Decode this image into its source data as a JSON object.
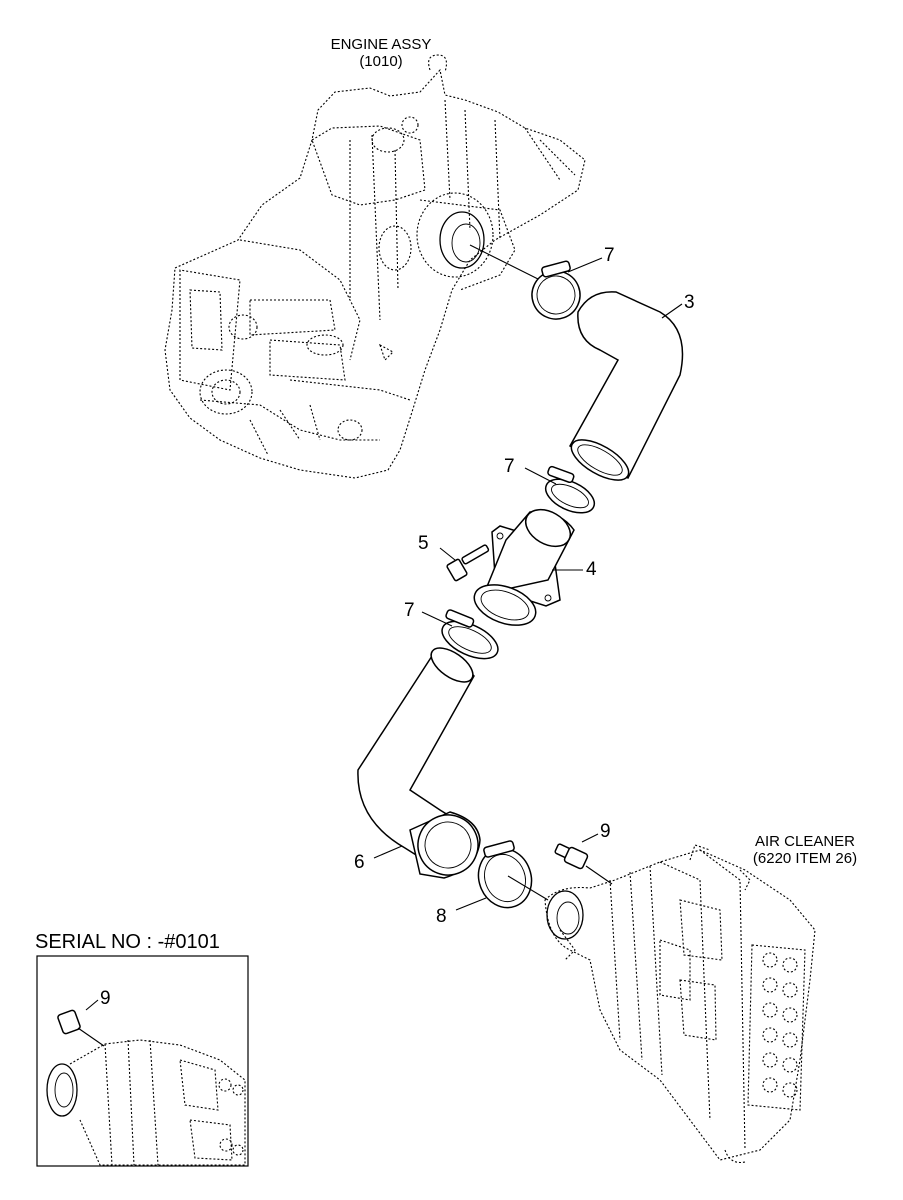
{
  "references": {
    "engine": {
      "line1": "ENGINE ASSY",
      "line2": "(1010)"
    },
    "air_cleaner": {
      "line1": "AIR CLEANER",
      "line2": "(6220 ITEM 26)"
    }
  },
  "inset": {
    "title": "SERIAL NO : -#0101",
    "callout": "9"
  },
  "callouts": [
    {
      "id": "clamp-top",
      "text": "7"
    },
    {
      "id": "hose-upper",
      "text": "3"
    },
    {
      "id": "clamp-mid",
      "text": "7"
    },
    {
      "id": "bolt",
      "text": "5"
    },
    {
      "id": "adapter",
      "text": "4"
    },
    {
      "id": "clamp-lower",
      "text": "7"
    },
    {
      "id": "sensor",
      "text": "9"
    },
    {
      "id": "hose-lower",
      "text": "6"
    },
    {
      "id": "clamp-bottom",
      "text": "8"
    }
  ]
}
